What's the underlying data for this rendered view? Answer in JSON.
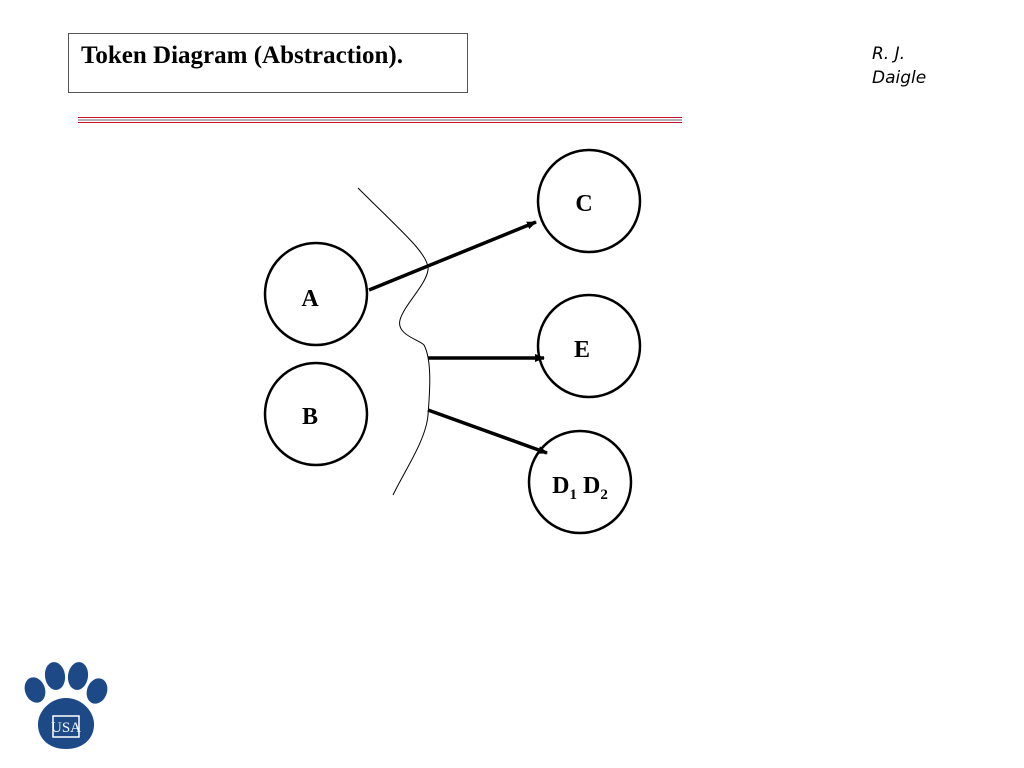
{
  "slide": {
    "title": "Token Diagram (Abstraction).",
    "author_lines": [
      "R. J.",
      "Daigle"
    ]
  },
  "diagram": {
    "nodes": [
      {
        "id": "A",
        "label": "A",
        "sub": null
      },
      {
        "id": "B",
        "label": "B",
        "sub": null
      },
      {
        "id": "C",
        "label": "C",
        "sub": null
      },
      {
        "id": "E",
        "label": "E",
        "sub": null
      },
      {
        "id": "D",
        "label": "D",
        "sub": "1",
        "label2": "D",
        "sub2": "2"
      }
    ],
    "edges": [
      {
        "from": "A",
        "to": "C"
      },
      {
        "from": "boundary",
        "to": "E"
      },
      {
        "from": "boundary",
        "to": "D"
      }
    ]
  },
  "logo": {
    "text": "USA",
    "color": "#1d4a87"
  },
  "colors": {
    "rule_red": "#c8102e",
    "rule_gray": "#b0b0b0",
    "ink": "#000000"
  }
}
